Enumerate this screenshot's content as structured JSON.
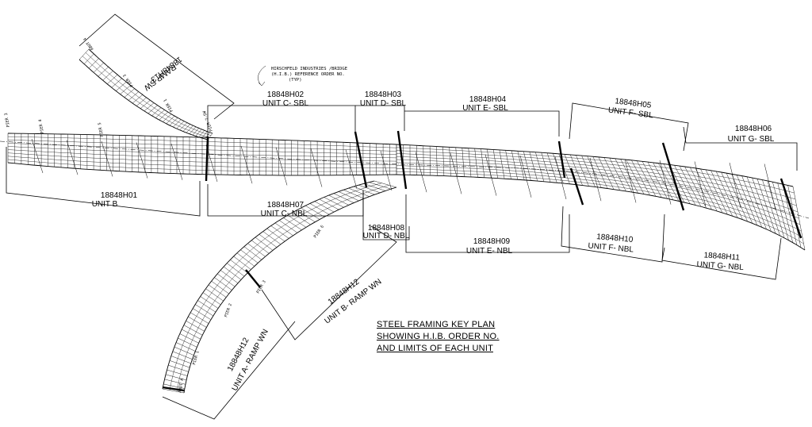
{
  "title_block": {
    "line1": "STEEL FRAMING KEY PLAN",
    "line2": "SHOWING H.I.B. ORDER NO.",
    "line3": "AND LIMITS OF EACH UNIT"
  },
  "reference_note": {
    "line1": "HIRSCHFELD INDUSTRIES /BRIDGE",
    "line2": "(H.I.B.) REFERENCE ORDER NO.",
    "line3": "(TYP)"
  },
  "units": {
    "h01": {
      "order": "18848H01",
      "unit": "UNIT B"
    },
    "h02": {
      "order": "18848H02",
      "unit": "UNIT C- SBL"
    },
    "h03": {
      "order": "18848H03",
      "unit": "UNIT D- SBL"
    },
    "h04": {
      "order": "18848H04",
      "unit": "UNIT E- SBL"
    },
    "h05": {
      "order": "18848H05",
      "unit": "UNIT F- SBL"
    },
    "h06": {
      "order": "18848H06",
      "unit": "UNIT G- SBL"
    },
    "h07": {
      "order": "18848H07",
      "unit": "UNIT C- NBL"
    },
    "h08": {
      "order": "18848H08",
      "unit": "UNIT D- NBL"
    },
    "h09": {
      "order": "18848H09",
      "unit": "UNIT E- NBL"
    },
    "h10": {
      "order": "18848H10",
      "unit": "UNIT F- NBL"
    },
    "h11": {
      "order": "18848H11",
      "unit": "UNIT G- NBL"
    },
    "h12b": {
      "order": "18848H12",
      "unit": "UNIT B- RAMP WN"
    },
    "h12a": {
      "order": "18848H12",
      "unit": "UNIT A- RAMP WN"
    },
    "h13": {
      "order": "18848H13",
      "unit": "RAMP SW"
    }
  },
  "piers": {
    "ramp_sw_abut": "ABUT 4",
    "ramp_sw_pier3": "PIER 3",
    "ramp_sw_pier1": "PIER 1",
    "ramp_sw_pier71": "PIER 7-SW",
    "main_pier3": "PIER 3",
    "main_pier4": "PIER 4",
    "main_pier5": "PIER 5",
    "pier6": "PIER 6",
    "ramp_wn_pier3": "PIER 3",
    "ramp_wn_pier2": "PIER 2",
    "ramp_wn_pier1": "PIER 1",
    "ramp_wn_abut": "ABUT A"
  }
}
